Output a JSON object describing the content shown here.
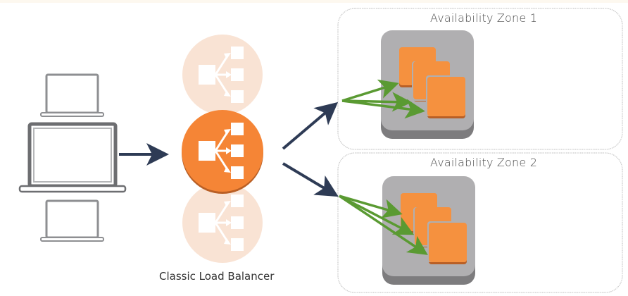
{
  "diagram": {
    "title": "Classic Load Balancer architecture",
    "load_balancer": {
      "label": "Classic Load Balancer",
      "icon": "elastic-load-balancing-icon",
      "instances_shown": 3,
      "active_index": 1
    },
    "clients": {
      "count": 3,
      "icon": "laptop-icon"
    },
    "zones": [
      {
        "label": "Availability Zone 1",
        "group_icon": "ec2-auto-scaling-group-icon",
        "instances": 3
      },
      {
        "label": "Availability Zone 2",
        "group_icon": "ec2-auto-scaling-group-icon",
        "instances": 3
      }
    ],
    "colors": {
      "orange": "#f58536",
      "orange_faded": "#f9e3d4",
      "orange_shadow": "#b95f25",
      "ec2_orange": "#f5913f",
      "navy_arrow": "#2e3b55",
      "green_arrow": "#5a9a32",
      "group_gray": "#b0afb1",
      "group_shadow": "#7d7c7e",
      "laptop_gray": "#8e8f92",
      "zone_border": "#c9c9c9"
    }
  }
}
